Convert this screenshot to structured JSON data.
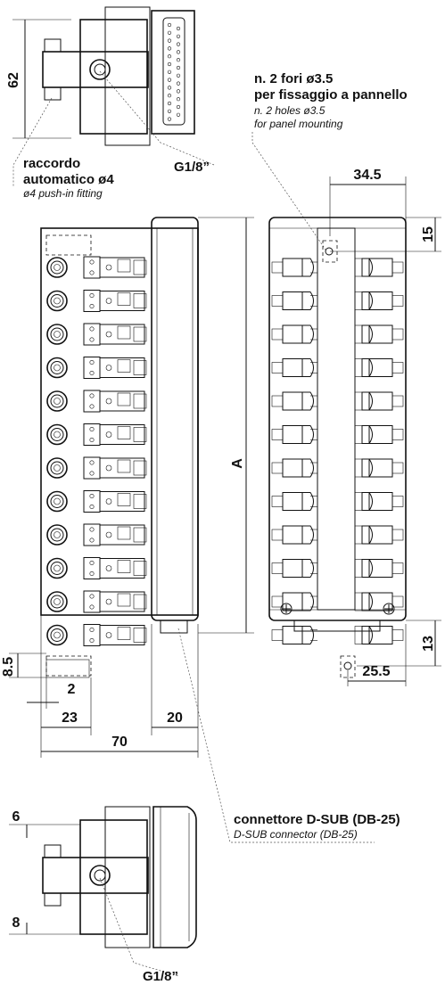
{
  "dimensions": {
    "top_height": "62",
    "width_top_right": "34.5",
    "right_top_offset": "15",
    "height_A": "A",
    "left_bottom_offset": "8.5",
    "left_small": "2",
    "left_23": "23",
    "conn_20": "20",
    "total_70": "70",
    "right_bottom_offset": "13",
    "right_bottom_width": "25.5",
    "bottom_6": "6",
    "bottom_8": "8"
  },
  "labels": {
    "thread_top": "G1/8”",
    "thread_bottom": "G1/8”",
    "fitting_it_1": "raccordo",
    "fitting_it_2": "automatico ø4",
    "fitting_en": "ø4 push-in fitting",
    "holes_it_1": "n. 2 fori ø3.5",
    "holes_it_2": "per fissaggio a pannello",
    "holes_en_1": "n. 2 holes ø3.5",
    "holes_en_2": "for panel mounting",
    "conn_it": "connettore D-SUB (DB-25)",
    "conn_en": "D-SUB connector (DB-25)"
  }
}
